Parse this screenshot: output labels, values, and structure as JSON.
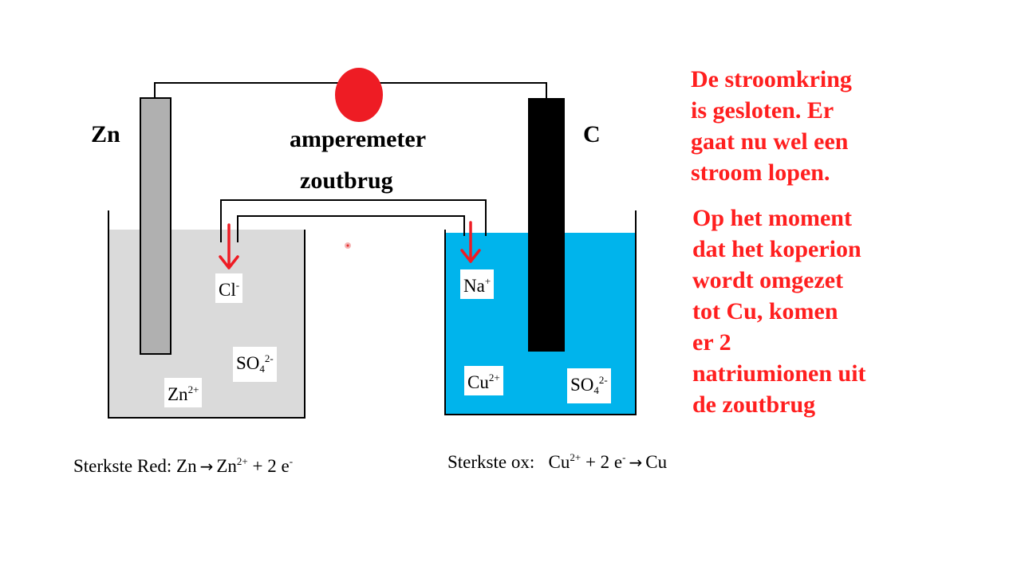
{
  "labels": {
    "left_electrode": "Zn",
    "right_electrode": "C",
    "meter": "amperemeter",
    "bridge": "zoutbrug"
  },
  "ions": {
    "cl": {
      "base": "Cl",
      "sup": "-"
    },
    "zn2": {
      "base": "Zn",
      "sup": "2+"
    },
    "so4_left": {
      "base": "SO",
      "sub": "4",
      "sup": "2-"
    },
    "na": {
      "base": "Na",
      "sup": "+"
    },
    "cu2": {
      "base": "Cu",
      "sup": "2+"
    },
    "so4_right": {
      "base": "SO",
      "sub": "4",
      "sup": "2-"
    }
  },
  "equations": {
    "left": {
      "prefix": "Sterkste Red: Zn",
      "arrow": "→",
      "p1": "Zn",
      "s1": "2+",
      "p2": "+ 2 e",
      "s2": "-"
    },
    "right": {
      "prefix": "Sterkste ox:   Cu",
      "s0": "2+",
      "p1": "+ 2 e",
      "s1": "-",
      "arrow": "→",
      "p2": "Cu"
    }
  },
  "explanation": {
    "block1": [
      "De stroomkring",
      "is gesloten. Er",
      "gaat nu wel een",
      "stroom lopen."
    ],
    "block2": [
      "Op het moment",
      "dat het koperion",
      "wordt omgezet",
      "tot Cu, komen",
      "er 2",
      "natriumionen uit",
      "de zoutbrug"
    ]
  },
  "colors": {
    "left_solution": "#dadada",
    "right_solution": "#00b4ec",
    "zinc_electrode": "#b0b0b0",
    "carbon_electrode": "#000000",
    "ammeter": "#ee1c24",
    "arrow_red": "#ee1c24",
    "explanation_text": "#ff1f1f"
  }
}
